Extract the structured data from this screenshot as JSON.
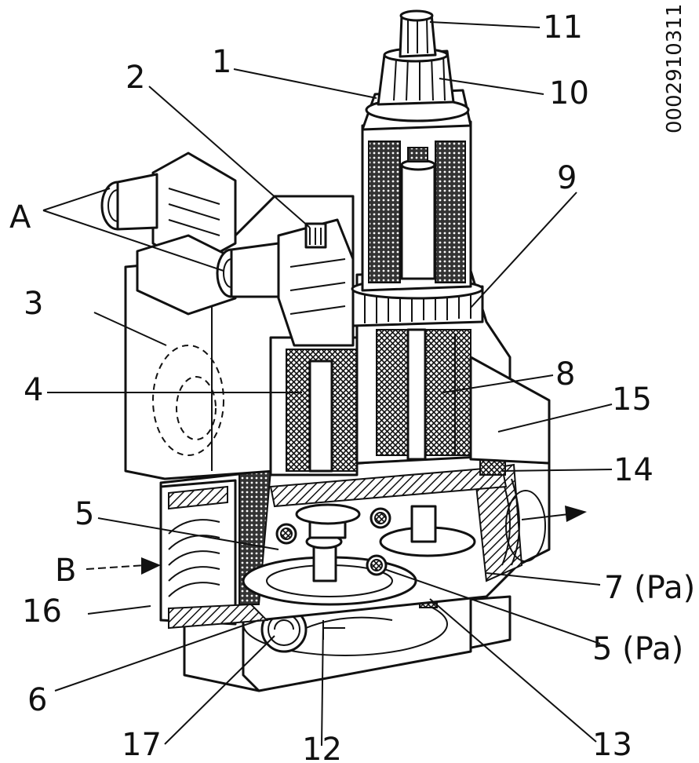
{
  "figure_code": "0002910311",
  "labels": {
    "l1": "1",
    "l2": "2",
    "l3": "3",
    "l4": "4",
    "l5": "5",
    "l5pa": "5 (Pa)",
    "l6": "6",
    "l7pa": "7 (Pa)",
    "l8": "8",
    "l9": "9",
    "l10": "10",
    "l11": "11",
    "l12": "12",
    "l13": "13",
    "l14": "14",
    "l15": "15",
    "l16": "16",
    "l17": "17",
    "lA": "A",
    "lB": "B"
  }
}
